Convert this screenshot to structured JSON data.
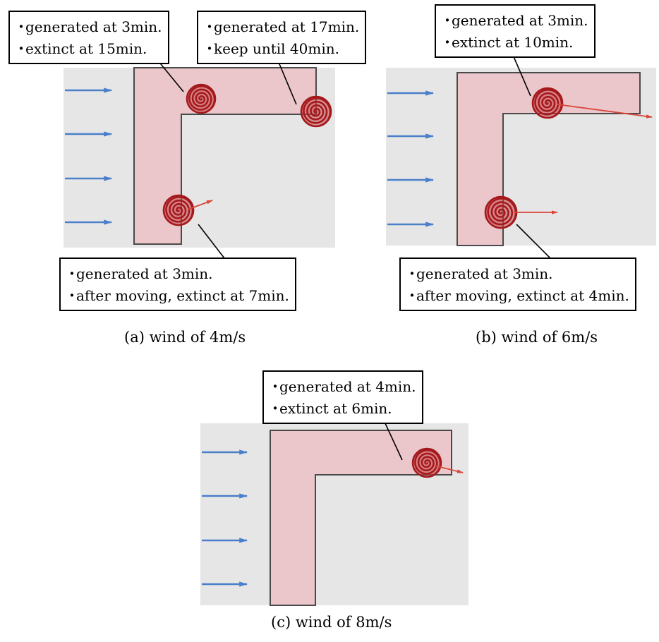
{
  "colors": {
    "panel_bg": "#e6e6e6",
    "building_fill": "#ebc6cb",
    "building_stroke": "#4a4a4a",
    "wind_arrow": "#4a7fc9",
    "vortex": "#a4191c",
    "motion_arrow": "#d8463a"
  },
  "icons": {
    "wind": "wind-arrow-icon",
    "vortex": "vortex-spiral-icon",
    "motion": "motion-arrow-icon"
  },
  "bullet": "・",
  "panels": {
    "a": {
      "caption": "(a) wind of 4m/s",
      "notes": {
        "top_left": [
          "generated at 3min.",
          "extinct at 15min."
        ],
        "top_right": [
          "generated at 17min.",
          "keep until 40min."
        ],
        "bottom": [
          "generated at 3min.",
          "after moving, extinct at 7min."
        ]
      }
    },
    "b": {
      "caption": "(b) wind of 6m/s",
      "notes": {
        "top": [
          "generated at 3min.",
          "extinct at 10min."
        ],
        "bottom": [
          "generated at 3min.",
          "after moving, extinct at 4min."
        ]
      }
    },
    "c": {
      "caption": "(c) wind of 8m/s",
      "notes": {
        "top": [
          "generated at 4min.",
          "extinct at 6min."
        ]
      }
    }
  }
}
